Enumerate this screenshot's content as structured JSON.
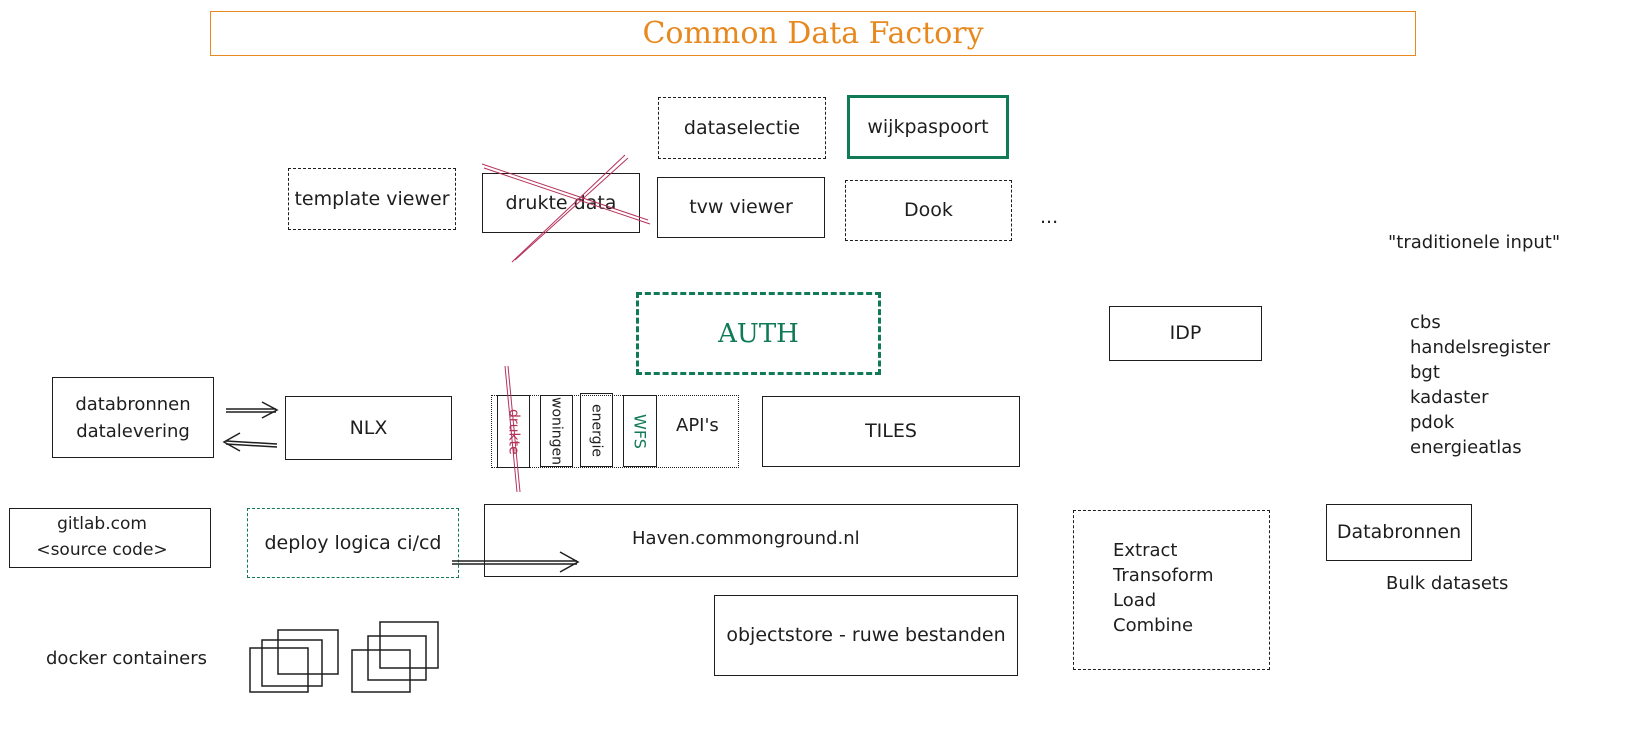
{
  "title": "Common Data Factory",
  "colors": {
    "accent_orange": "#e8891f",
    "accent_green": "#0f7a55",
    "strike_red": "#b5325a",
    "stroke": "#1e1e1e"
  },
  "apps": {
    "dataselectie": "dataselectie",
    "wijkpaspoort": "wijkpaspoort",
    "template_viewer": "template viewer",
    "drukte_data": "drukte data",
    "tvw_viewer": "tvw viewer",
    "dook": "Dook",
    "ellipsis": "..."
  },
  "auth": "AUTH",
  "idp": "IDP",
  "traditional": {
    "title": "\"traditionele input\"",
    "items": [
      "cbs",
      "handelsregister",
      "bgt",
      "kadaster",
      "pdok",
      "energieatlas"
    ]
  },
  "databronnen_datalevering": [
    "databronnen",
    "datalevering"
  ],
  "nlx": "NLX",
  "apis": {
    "label": "API's",
    "items": [
      "drukte",
      "woningen",
      "energie",
      "WFS"
    ]
  },
  "tiles": "TILES",
  "gitlab": [
    "gitlab.com",
    "<source code>"
  ],
  "deploy": "deploy logica ci/cd",
  "haven": "Haven.commonground.nl",
  "objectstore": "objectstore - ruwe bestanden",
  "etl": [
    "Extract",
    "Transoform",
    "Load",
    "Combine"
  ],
  "databronnen": "Databronnen",
  "bulk": "Bulk datasets",
  "docker": "docker containers"
}
